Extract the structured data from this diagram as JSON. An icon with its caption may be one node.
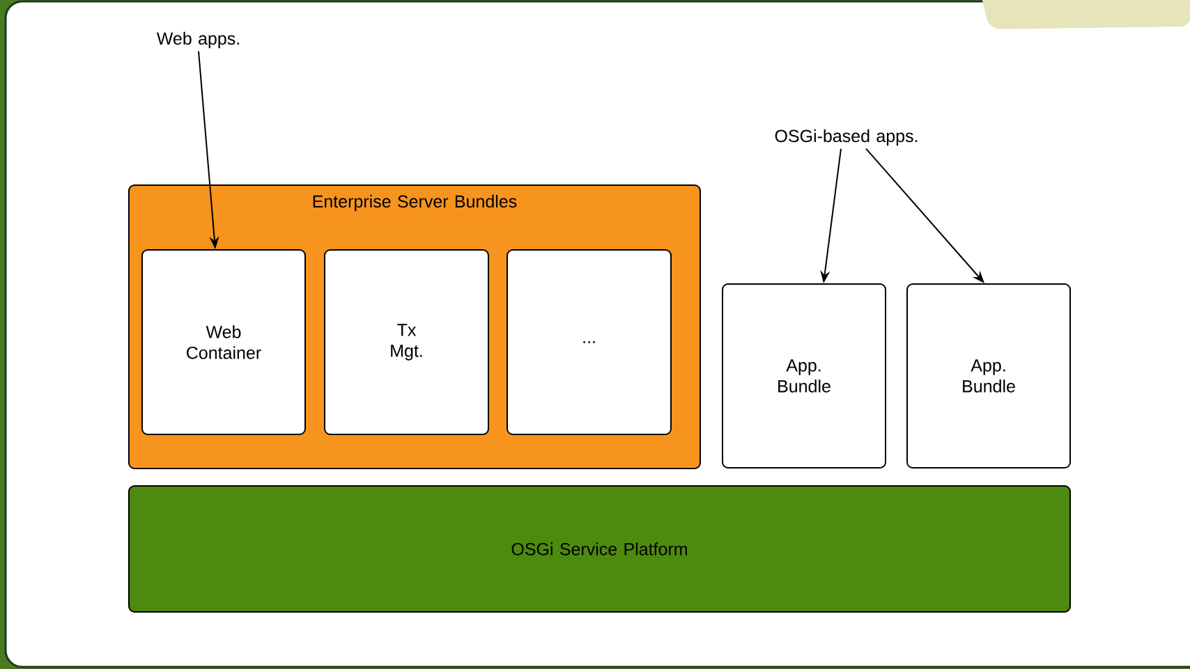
{
  "diagram": {
    "nodes": [
      {
        "text": [
          "Web apps."
        ]
      },
      {
        "text": [
          "Enterprise Server Bundles"
        ]
      },
      {
        "text": [
          "Web Container"
        ],
        "in": 1
      },
      {
        "text": [
          "Tx Mgt."
        ],
        "in": 1
      },
      {
        "text": [
          "..."
        ],
        "in": 1
      },
      {
        "text": [
          "OSGi-based apps."
        ]
      },
      {
        "text": [
          "App. Bundle"
        ]
      },
      {
        "text": [
          "App. Bundle"
        ]
      },
      {
        "text": [
          "OSGi Service Platform"
        ]
      }
    ],
    "edges": [
      {
        "from": 0,
        "to": 2,
        "arrow": "to"
      },
      {
        "from": 5,
        "to": 6,
        "arrow": "to"
      },
      {
        "from": 5,
        "to": 7,
        "arrow": "to"
      }
    ]
  }
}
